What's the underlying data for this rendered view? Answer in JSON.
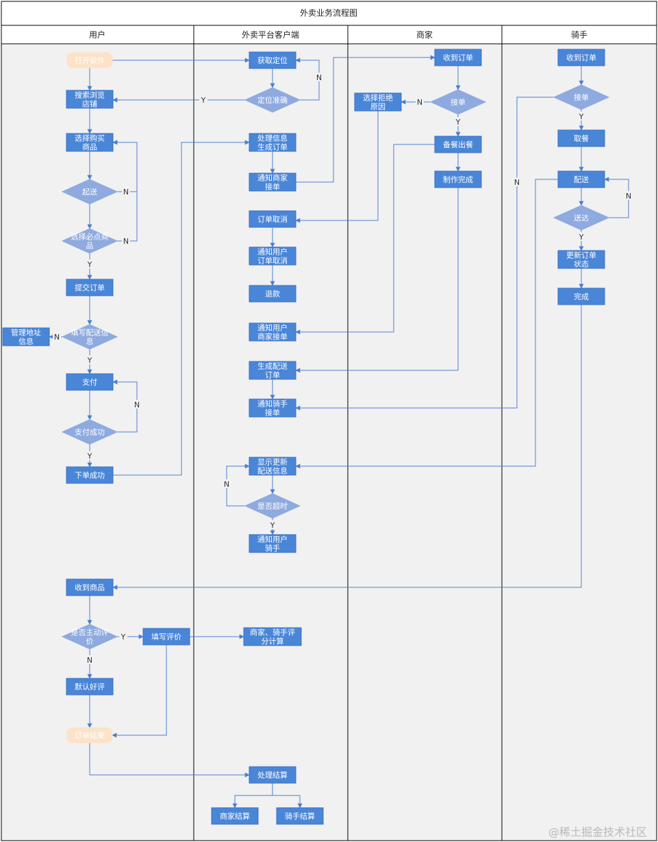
{
  "title": "外卖业务流程图",
  "lanes": [
    "用户",
    "外卖平台客户端",
    "商家",
    "骑手"
  ],
  "watermark": "@稀土掘金技术社区",
  "colors": {
    "process": "#4a86d8",
    "decision": "#8eaadf",
    "terminal": "#fde2c8",
    "line": "#4a7fcf",
    "lane_bg": "#f1f1f1"
  },
  "nodes": {
    "u_open": [
      "打开软件"
    ],
    "u_browse": [
      "搜索浏览",
      "店铺"
    ],
    "u_select": [
      "选择购买",
      "商品"
    ],
    "u_min": [
      "起送"
    ],
    "u_required": [
      "选择必点商",
      "品"
    ],
    "u_submit": [
      "提交订单"
    ],
    "u_addr": [
      "管理地址",
      "信息"
    ],
    "u_fill": [
      "填写配送信",
      "息"
    ],
    "u_pay": [
      "支付"
    ],
    "u_paid": [
      "支付成功"
    ],
    "u_ordered": [
      "下单成功"
    ],
    "u_receive": [
      "收到商品"
    ],
    "u_review_q": [
      "是否主动评",
      "价"
    ],
    "u_review": [
      "填写评价"
    ],
    "u_default": [
      "默认好评"
    ],
    "u_end": [
      "订单结束"
    ],
    "p_locate": [
      "获取定位"
    ],
    "p_locok": [
      "定位准确"
    ],
    "p_process": [
      "处理信息",
      "生成订单"
    ],
    "p_notify_m": [
      "通知商家",
      "接单"
    ],
    "p_cancel": [
      "订单取消"
    ],
    "p_notify_cancel": [
      "通知用户",
      "订单取消"
    ],
    "p_refund": [
      "退款"
    ],
    "p_notify_accept": [
      "通知用户",
      "商家接单"
    ],
    "p_gen_delivery": [
      "生成配送",
      "订单"
    ],
    "p_notify_r": [
      "通知骑手",
      "接单"
    ],
    "p_show": [
      "显示更新",
      "配送信息"
    ],
    "p_timeout": [
      "是否超时"
    ],
    "p_notify_ur": [
      "通知用户",
      "骑手"
    ],
    "p_score": [
      "商家、骑手评",
      "分计算"
    ],
    "p_settle": [
      "处理结算"
    ],
    "p_settle_m": [
      "商家结算"
    ],
    "p_settle_r": [
      "骑手结算"
    ],
    "m_receive": [
      "收到订单"
    ],
    "m_accept": [
      "接单"
    ],
    "m_reject": [
      "选择拒绝",
      "原因"
    ],
    "m_prepare": [
      "备餐出餐"
    ],
    "m_done": [
      "制作完成"
    ],
    "r_receive": [
      "收到订单"
    ],
    "r_accept": [
      "接单"
    ],
    "r_pick": [
      "取餐"
    ],
    "r_deliver": [
      "配送"
    ],
    "r_arrive": [
      "送达"
    ],
    "r_update": [
      "更新订单",
      "状态"
    ],
    "r_complete": [
      "完成"
    ]
  },
  "edge_labels": {
    "y": "Y",
    "n": "N"
  }
}
